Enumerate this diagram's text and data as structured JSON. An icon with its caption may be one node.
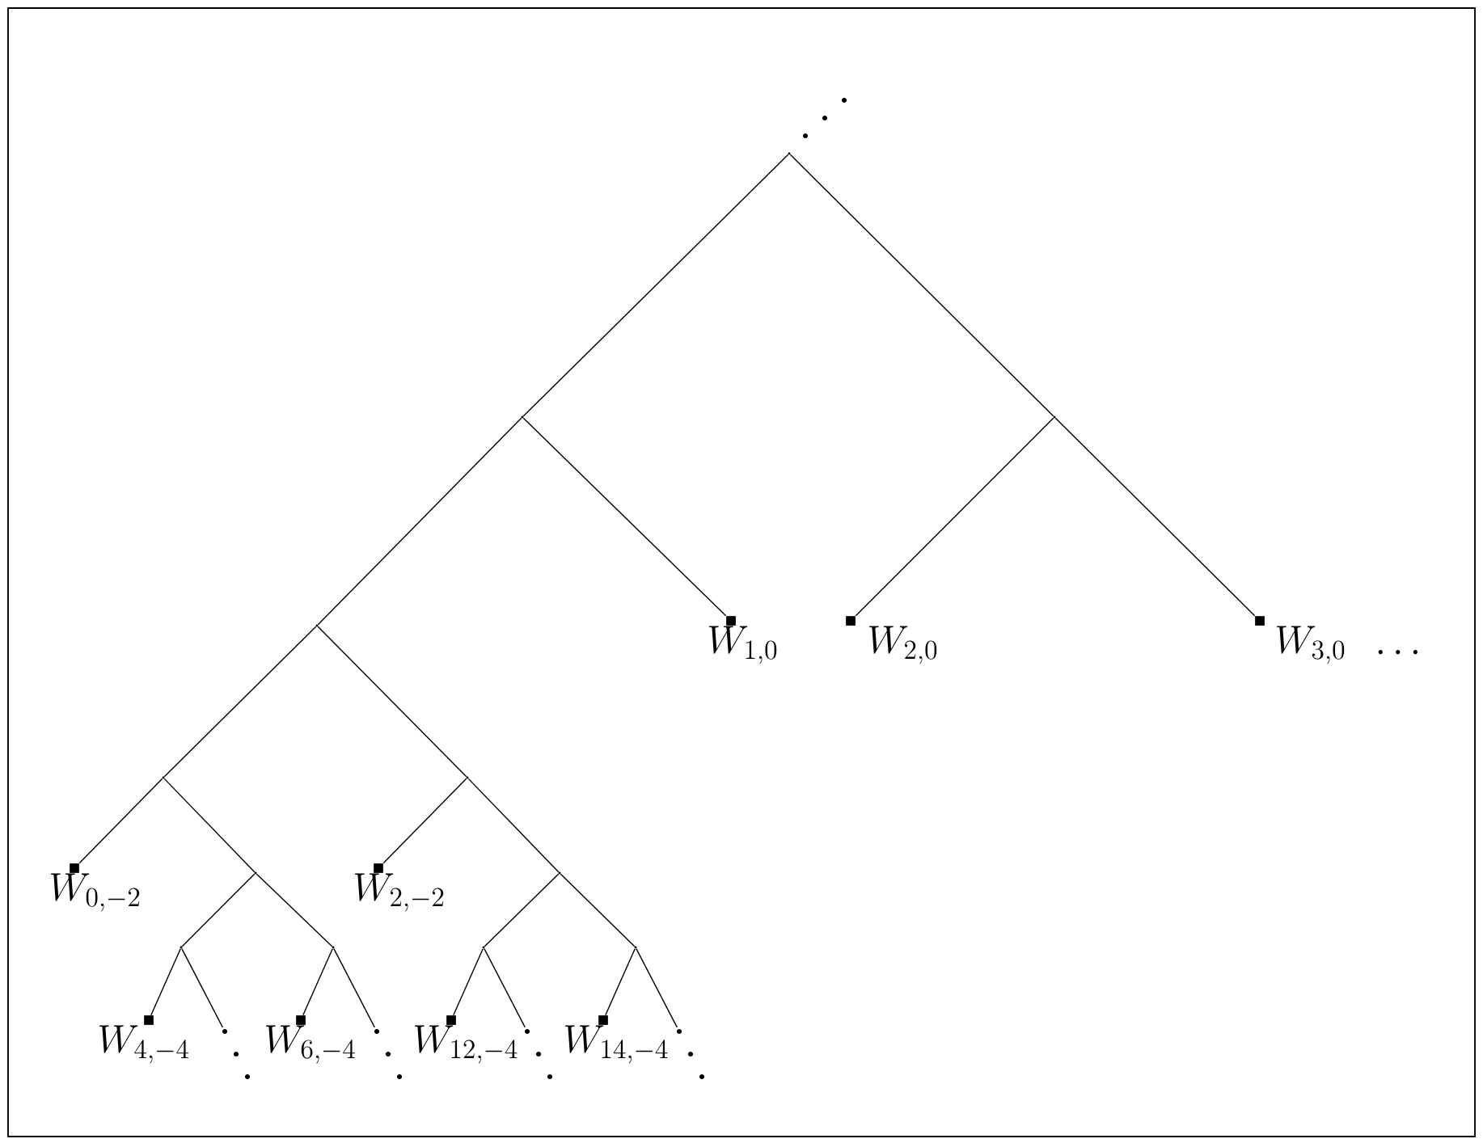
{
  "diagram": {
    "nodes": [
      {
        "text": [],
        "shape": "dots"
      },
      {
        "text": [],
        "shape": "point"
      },
      {
        "text": [],
        "shape": "point"
      },
      {
        "text": [],
        "shape": "point"
      },
      {
        "text": [],
        "shape": "point"
      },
      {
        "text": [
          "W_{1,0}"
        ]
      },
      {
        "text": [
          "W_{2,0}"
        ]
      },
      {
        "text": [
          "W_{3,0}"
        ]
      },
      {
        "text": [],
        "shape": "point"
      },
      {
        "text": [],
        "shape": "point"
      },
      {
        "text": [
          "W_{0,-2}"
        ]
      },
      {
        "text": [],
        "shape": "point"
      },
      {
        "text": [
          "W_{2,-2}"
        ]
      },
      {
        "text": [],
        "shape": "point"
      },
      {
        "text": [],
        "shape": "point"
      },
      {
        "text": [],
        "shape": "point"
      },
      {
        "text": [],
        "shape": "point"
      },
      {
        "text": [],
        "shape": "point"
      },
      {
        "text": [
          "W_{4,-4}"
        ]
      },
      {
        "text": [],
        "shape": "dots"
      },
      {
        "text": [
          "W_{6,-4}"
        ]
      },
      {
        "text": [],
        "shape": "dots"
      },
      {
        "text": [
          "W_{12,-4}"
        ]
      },
      {
        "text": [],
        "shape": "dots"
      },
      {
        "text": [
          "W_{14,-4}"
        ]
      },
      {
        "text": [],
        "shape": "dots"
      }
    ],
    "edges": [
      {
        "from": 1,
        "to": 2,
        "arrow": "none"
      },
      {
        "from": 1,
        "to": 3,
        "arrow": "none"
      },
      {
        "from": 2,
        "to": 4,
        "arrow": "none"
      },
      {
        "from": 2,
        "to": 5,
        "arrow": "none"
      },
      {
        "from": 3,
        "to": 6,
        "arrow": "none"
      },
      {
        "from": 3,
        "to": 7,
        "arrow": "none"
      },
      {
        "from": 4,
        "to": 8,
        "arrow": "none"
      },
      {
        "from": 4,
        "to": 9,
        "arrow": "none"
      },
      {
        "from": 8,
        "to": 10,
        "arrow": "none"
      },
      {
        "from": 8,
        "to": 11,
        "arrow": "none"
      },
      {
        "from": 9,
        "to": 12,
        "arrow": "none"
      },
      {
        "from": 9,
        "to": 13,
        "arrow": "none"
      },
      {
        "from": 11,
        "to": 14,
        "arrow": "none"
      },
      {
        "from": 11,
        "to": 15,
        "arrow": "none"
      },
      {
        "from": 13,
        "to": 16,
        "arrow": "none"
      },
      {
        "from": 13,
        "to": 17,
        "arrow": "none"
      },
      {
        "from": 14,
        "to": 18,
        "arrow": "none"
      },
      {
        "from": 14,
        "to": 19,
        "arrow": "none"
      },
      {
        "from": 15,
        "to": 20,
        "arrow": "none"
      },
      {
        "from": 15,
        "to": 21,
        "arrow": "none"
      },
      {
        "from": 16,
        "to": 22,
        "arrow": "none"
      },
      {
        "from": 16,
        "to": 23,
        "arrow": "none"
      },
      {
        "from": 17,
        "to": 24,
        "arrow": "none"
      },
      {
        "from": 17,
        "to": 25,
        "arrow": "none"
      }
    ],
    "labels": [
      "\\cdots"
    ]
  }
}
